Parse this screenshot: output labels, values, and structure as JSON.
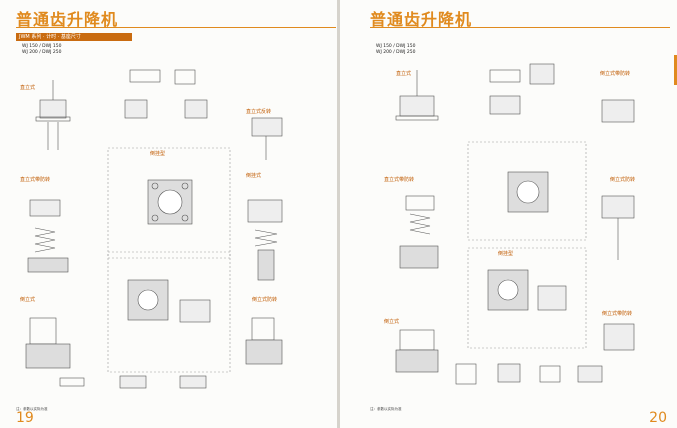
{
  "left": {
    "title": "普通齿升降机",
    "band": "JWM 系列 · 计时 · 基座尺寸",
    "models": [
      "WJ 150 / DWJ 150",
      "WJ 200 / DWJ 250"
    ],
    "labels": [
      "直立式",
      "直立式反转",
      "倒挂型",
      "直立式带防转",
      "倒挂式",
      "倒立式",
      "倒立式防转"
    ],
    "footer": "注：参数以实际为准",
    "page_number": "19"
  },
  "right": {
    "title": "普通齿升降机",
    "models": [
      "WJ 150 / DWJ 150",
      "WJ 200 / DWJ 250"
    ],
    "labels": [
      "直立式",
      "倒立式带防转",
      "直立式带防转",
      "倒立式防转",
      "倒挂型",
      "倒立式",
      "倒立式带防转"
    ],
    "footer": "注：参数以实际为准",
    "page_number": "20"
  }
}
